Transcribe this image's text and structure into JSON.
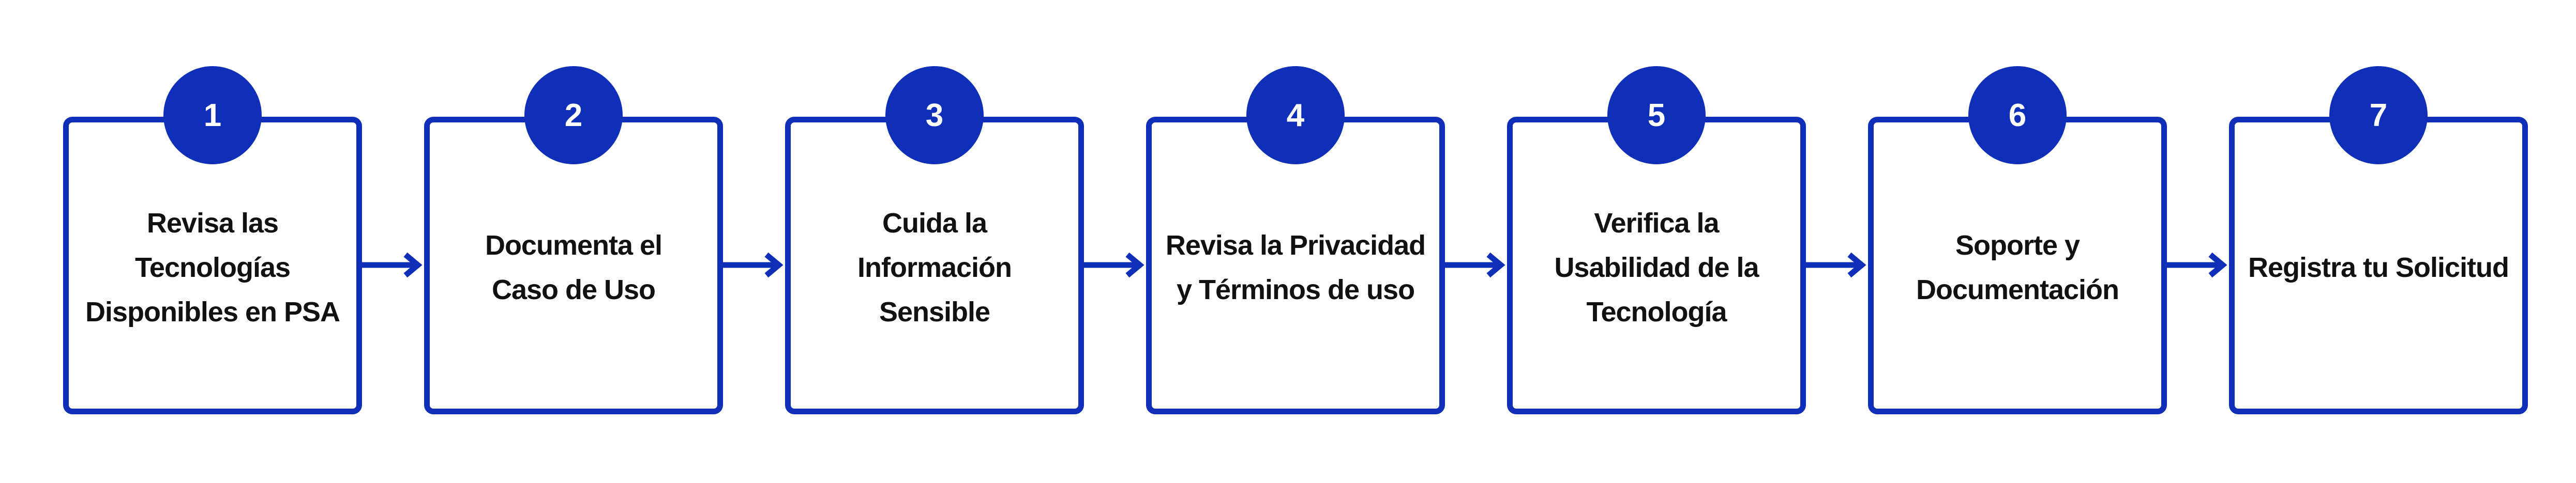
{
  "colors": {
    "accent": "#0f2fb8",
    "text": "#111111",
    "background": "#ffffff"
  },
  "steps": [
    {
      "number": "1",
      "title": "Revisa las\nTecnologías\nDisponibles en PSA"
    },
    {
      "number": "2",
      "title": "Documenta el\nCaso de Uso"
    },
    {
      "number": "3",
      "title": "Cuida la\nInformación\nSensible"
    },
    {
      "number": "4",
      "title": "Revisa la Privacidad\ny Términos de uso"
    },
    {
      "number": "5",
      "title": "Verifica la\nUsabilidad de la\nTecnología"
    },
    {
      "number": "6",
      "title": "Soporte y\nDocumentación"
    },
    {
      "number": "7",
      "title": "Registra tu Solicitud"
    }
  ]
}
